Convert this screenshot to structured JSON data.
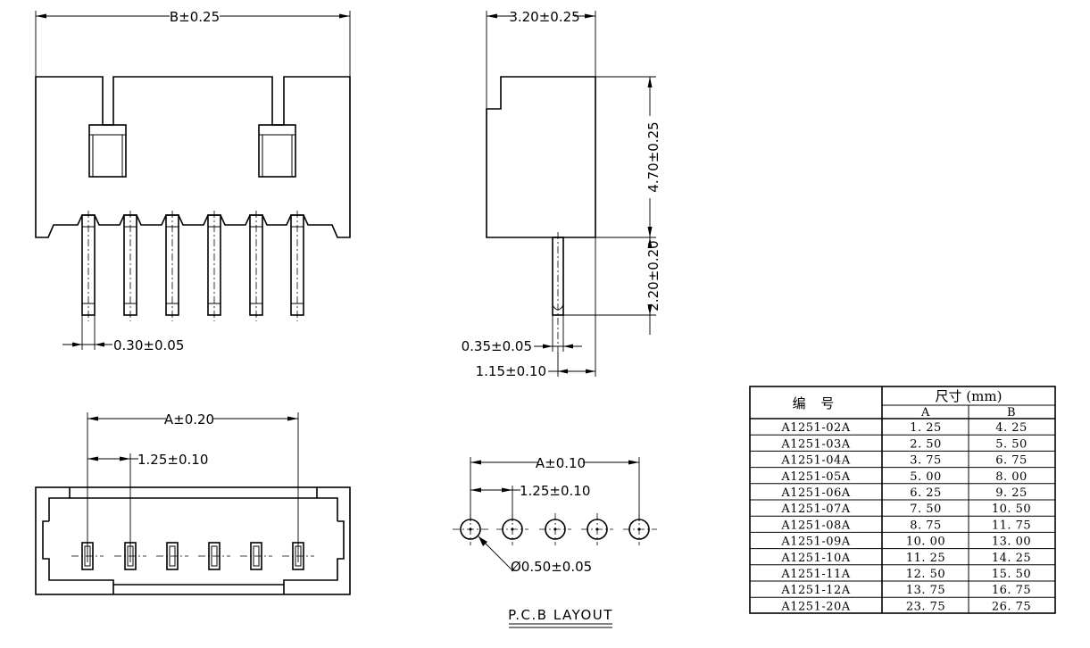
{
  "labels": {
    "width_b": "B±0.25",
    "depth": "3.20±0.25",
    "body_height": "4.70±0.25",
    "pin_length": "2.20±0.20",
    "pin_width_front": "0.30±0.05",
    "pin_width_side": "0.35±0.05",
    "pin_offset": "1.15±0.10",
    "bottom_span_a": "A±0.20",
    "bottom_pitch": "1.25±0.10",
    "pcb_span_a": "A±0.10",
    "pcb_pitch": "1.25±0.10",
    "hole_dia": "Ø0.50±0.05",
    "pcb_layout": "P.C.B LAYOUT"
  },
  "table": {
    "col_part": "编  号",
    "col_dims": "尺寸 (mm)",
    "col_a": "A",
    "col_b": "B",
    "rows": [
      {
        "part": "A1251-02A",
        "a": "1. 25",
        "b": "4. 25"
      },
      {
        "part": "A1251-03A",
        "a": "2. 50",
        "b": "5. 50"
      },
      {
        "part": "A1251-04A",
        "a": "3. 75",
        "b": "6. 75"
      },
      {
        "part": "A1251-05A",
        "a": "5. 00",
        "b": "8. 00"
      },
      {
        "part": "A1251-06A",
        "a": "6. 25",
        "b": "9. 25"
      },
      {
        "part": "A1251-07A",
        "a": "7. 50",
        "b": "10. 50"
      },
      {
        "part": "A1251-08A",
        "a": "8. 75",
        "b": "11. 75"
      },
      {
        "part": "A1251-09A",
        "a": "10. 00",
        "b": "13. 00"
      },
      {
        "part": "A1251-10A",
        "a": "11. 25",
        "b": "14. 25"
      },
      {
        "part": "A1251-11A",
        "a": "12. 50",
        "b": "15. 50"
      },
      {
        "part": "A1251-12A",
        "a": "13. 75",
        "b": "16. 75"
      },
      {
        "part": "A1251-20A",
        "a": "23. 75",
        "b": "26. 75"
      }
    ]
  }
}
